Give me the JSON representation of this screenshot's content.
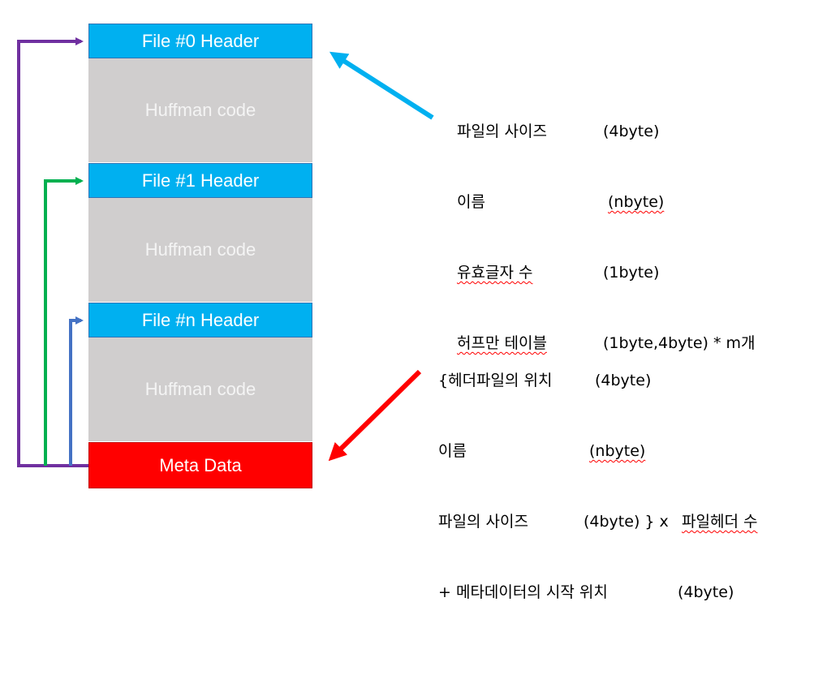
{
  "blocks": {
    "header0": "File #0 Header",
    "code0": "Huffman code",
    "header1": "File #1 Header",
    "code1": "Huffman code",
    "headern": "File #n Header",
    "coden": "Huffman code",
    "meta": "Meta Data"
  },
  "file_header_note": {
    "row1_label": "파일의 사이즈",
    "row1_size": "(4byte)",
    "row2_label": "이름",
    "row2_size": "(nbyte)",
    "row3_label": "유효글자 수",
    "row3_size": "(1byte)",
    "row4_label": "허프만 테이블",
    "row4_size": "(1byte,4byte) * m개"
  },
  "meta_note": {
    "row1_label": "{헤더파일의 위치",
    "row1_size": "(4byte)",
    "row2_label": "이름",
    "row2_size": "(nbyte)",
    "row3_label": "파일의 사이즈",
    "row3_size": "(4byte) } x",
    "row3_tail": "파일헤더 수",
    "row4_label": "+ 메타데이터의 시작 위치",
    "row4_size": "(4byte)"
  },
  "colors": {
    "header": "#00B0F0",
    "code": "#D0CECE",
    "meta": "#FF0000",
    "pointer_file0": "#7030A0",
    "pointer_file1": "#00B050",
    "pointer_filen": "#4472C4",
    "arrow_header_note": "#00B0F0",
    "arrow_meta_note": "#FF0000"
  }
}
